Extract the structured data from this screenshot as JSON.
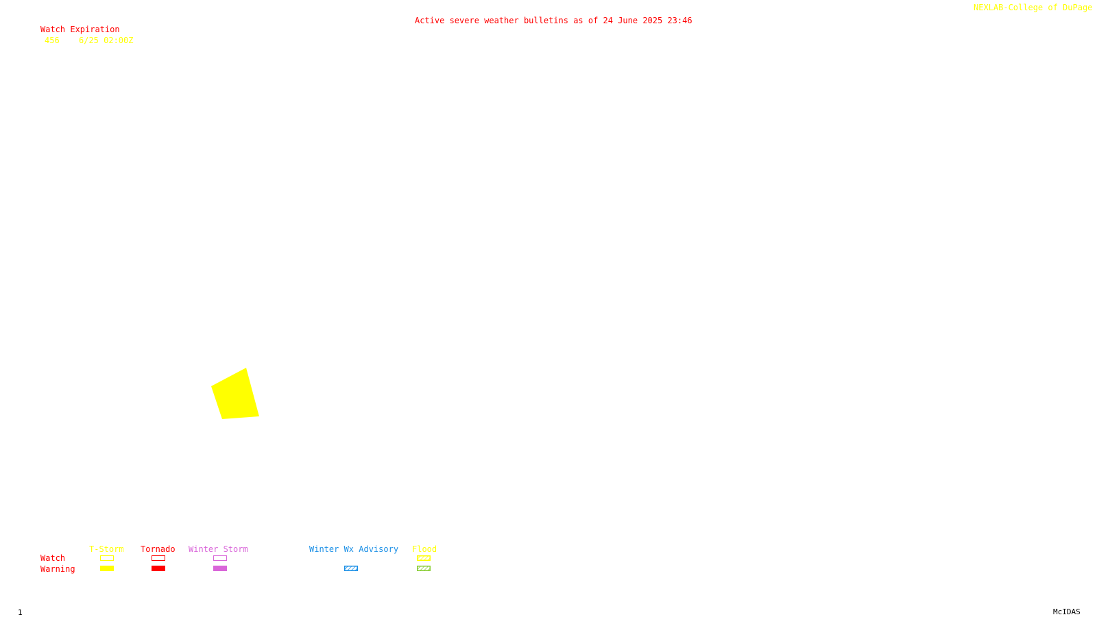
{
  "header": {
    "title": "Active severe weather bulletins as of 24 June 2025 23:46",
    "credit": "NEXLAB-College of DuPage R"
  },
  "watch_list": {
    "heading": "Watch Expiration",
    "entries": [
      {
        "number": "456",
        "expires": "6/25 02:00Z"
      }
    ]
  },
  "legend": {
    "row_labels": {
      "watch": "Watch",
      "warning": "Warning"
    },
    "categories": [
      {
        "label": "T-Storm",
        "color": "#ffff00"
      },
      {
        "label": "Tornado",
        "color": "#ff0000"
      },
      {
        "label": "Winter Storm",
        "color": "#d966d9"
      },
      {
        "label": "Winter Wx Advisory",
        "color": "#1a8fe6"
      },
      {
        "label": "Flood",
        "color": "#ffff00",
        "warning_color": "#88cc33"
      }
    ]
  },
  "footer": {
    "frame_number": "1",
    "software": "McIDAS"
  }
}
